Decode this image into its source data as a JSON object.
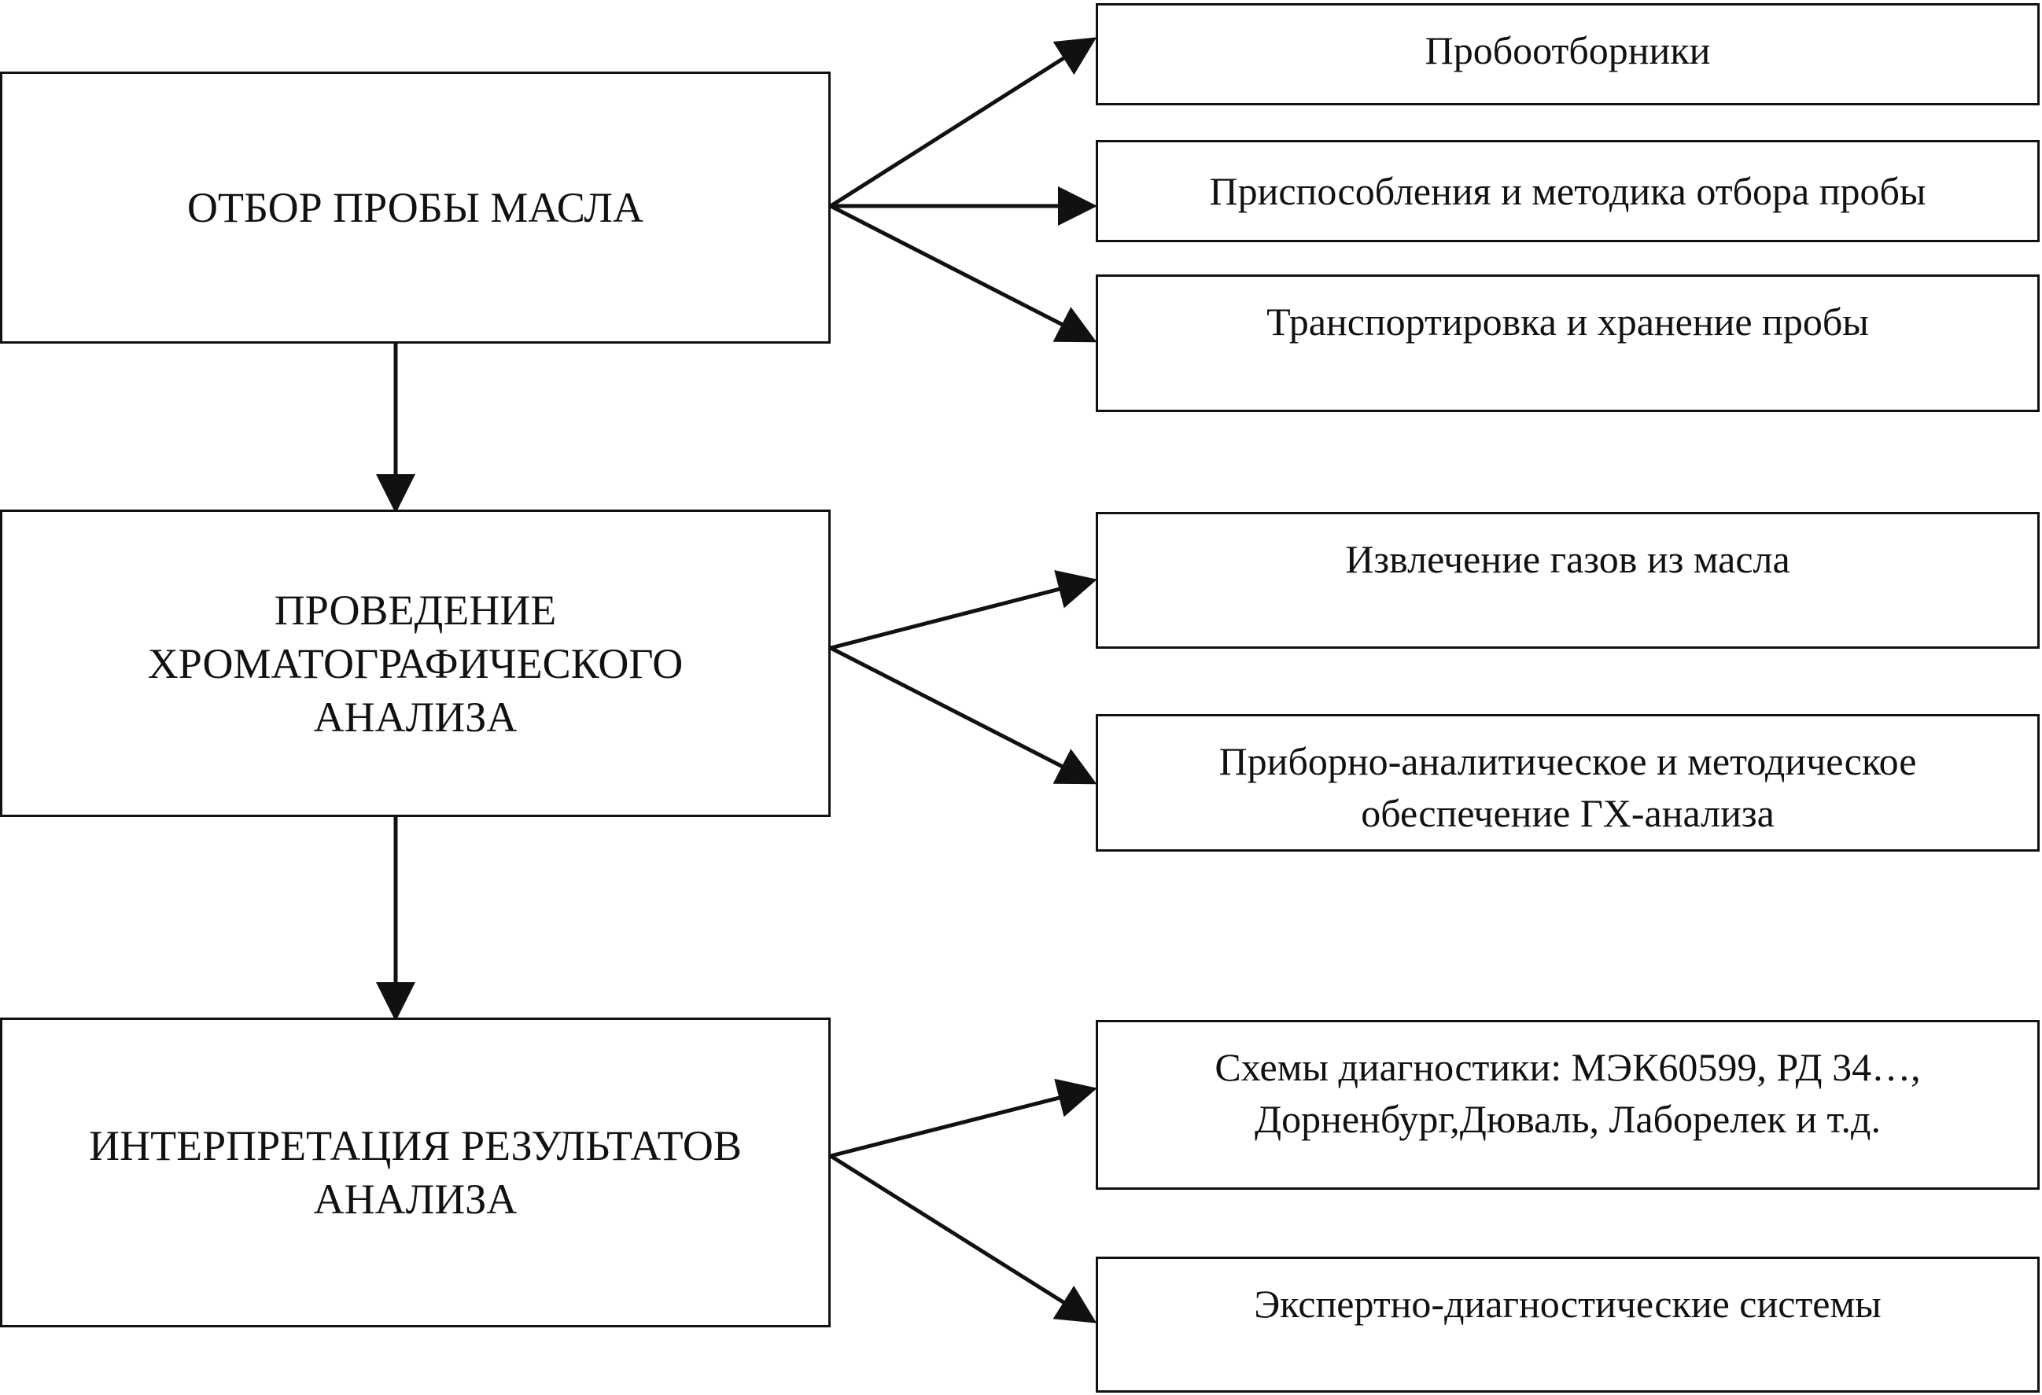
{
  "stages": [
    {
      "label": "ОТБОР ПРОБЫ МАСЛА"
    },
    {
      "label_lines": [
        "ПРОВЕДЕНИЕ",
        "ХРОМАТОГРАФИЧЕСКОГО",
        "АНАЛИЗА"
      ]
    },
    {
      "label_lines": [
        "ИНТЕРПРЕТАЦИЯ РЕЗУЛЬТАТОВ",
        "АНАЛИЗА"
      ]
    }
  ],
  "details": {
    "sampling": [
      "Пробоотборники",
      "Приспособления и методика отбора пробы",
      "Транспортировка и хранение пробы"
    ],
    "analysis": [
      "Извлечение газов из масла",
      [
        "Приборно-аналитическое и методическое",
        "обеспечение ГХ-анализа"
      ]
    ],
    "interpretation": [
      [
        "Схемы диагностики: МЭК60599, РД 34…,",
        "Дорненбург,Дюваль, Лаборелек и т.д."
      ],
      "Экспертно-диагностические системы"
    ]
  }
}
